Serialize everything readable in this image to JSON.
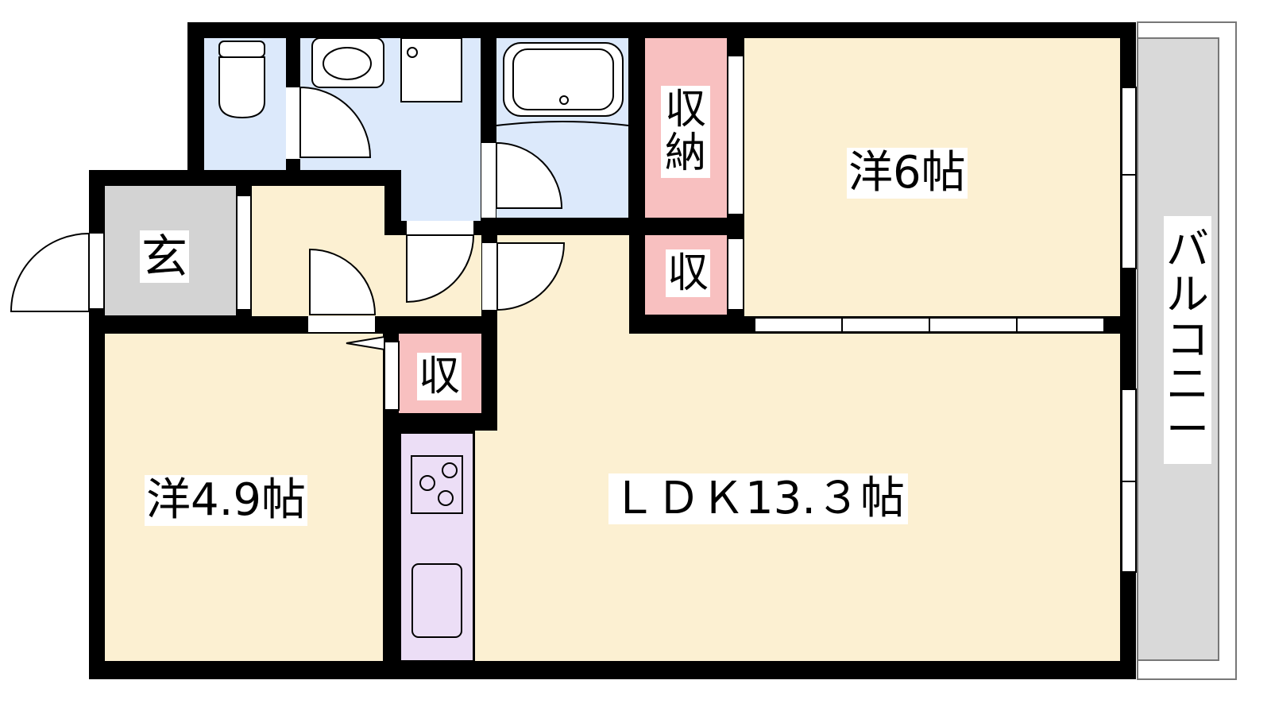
{
  "rooms": {
    "western_6": "洋6帖",
    "western_4_9": "洋4.9帖",
    "ldk": "ＬＤＫ13.３帖",
    "entrance": "玄",
    "storage_large": [
      "収",
      "納"
    ],
    "storage_small_1": "収",
    "storage_small_2": "収",
    "balcony": [
      "バ",
      "ル",
      "コ",
      "ニ",
      "ー"
    ]
  },
  "colors": {
    "living_floor": "#fcf0d2",
    "wet_area": "#dce9fb",
    "storage": "#f8c0c0",
    "entrance": "#d3d3d3",
    "kitchen": "#ecdef6",
    "balcony": "#d9d9d9",
    "wall": "#000000"
  }
}
